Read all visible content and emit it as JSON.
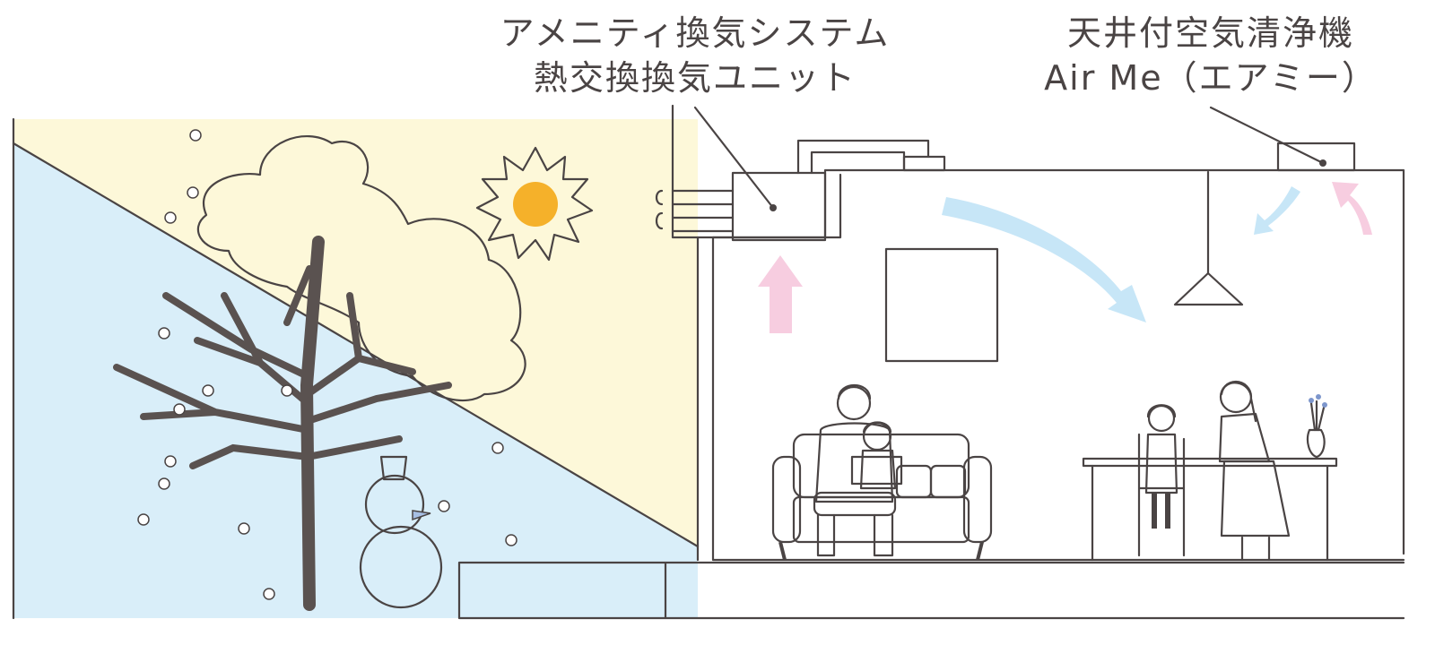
{
  "labels": {
    "ventilation": {
      "line1": "アメニティ換気システム",
      "line2": "熱交換換気ユニット"
    },
    "air_purifier": {
      "line1": "天井付空気清浄機",
      "line2": "Air Me（エアミー）"
    }
  },
  "colors": {
    "summer_bg": "#fdf8d9",
    "winter_bg": "#d9eef9",
    "fresh_air_arrow": "#f7cde0",
    "clean_air_arrow": "#c7e6f7",
    "line": "#4a4444",
    "tree_leaves": "#ebf3dc",
    "trunk": "#5a5250",
    "sun": "#f5b12a",
    "accent_blue": "#a7bfe4"
  }
}
